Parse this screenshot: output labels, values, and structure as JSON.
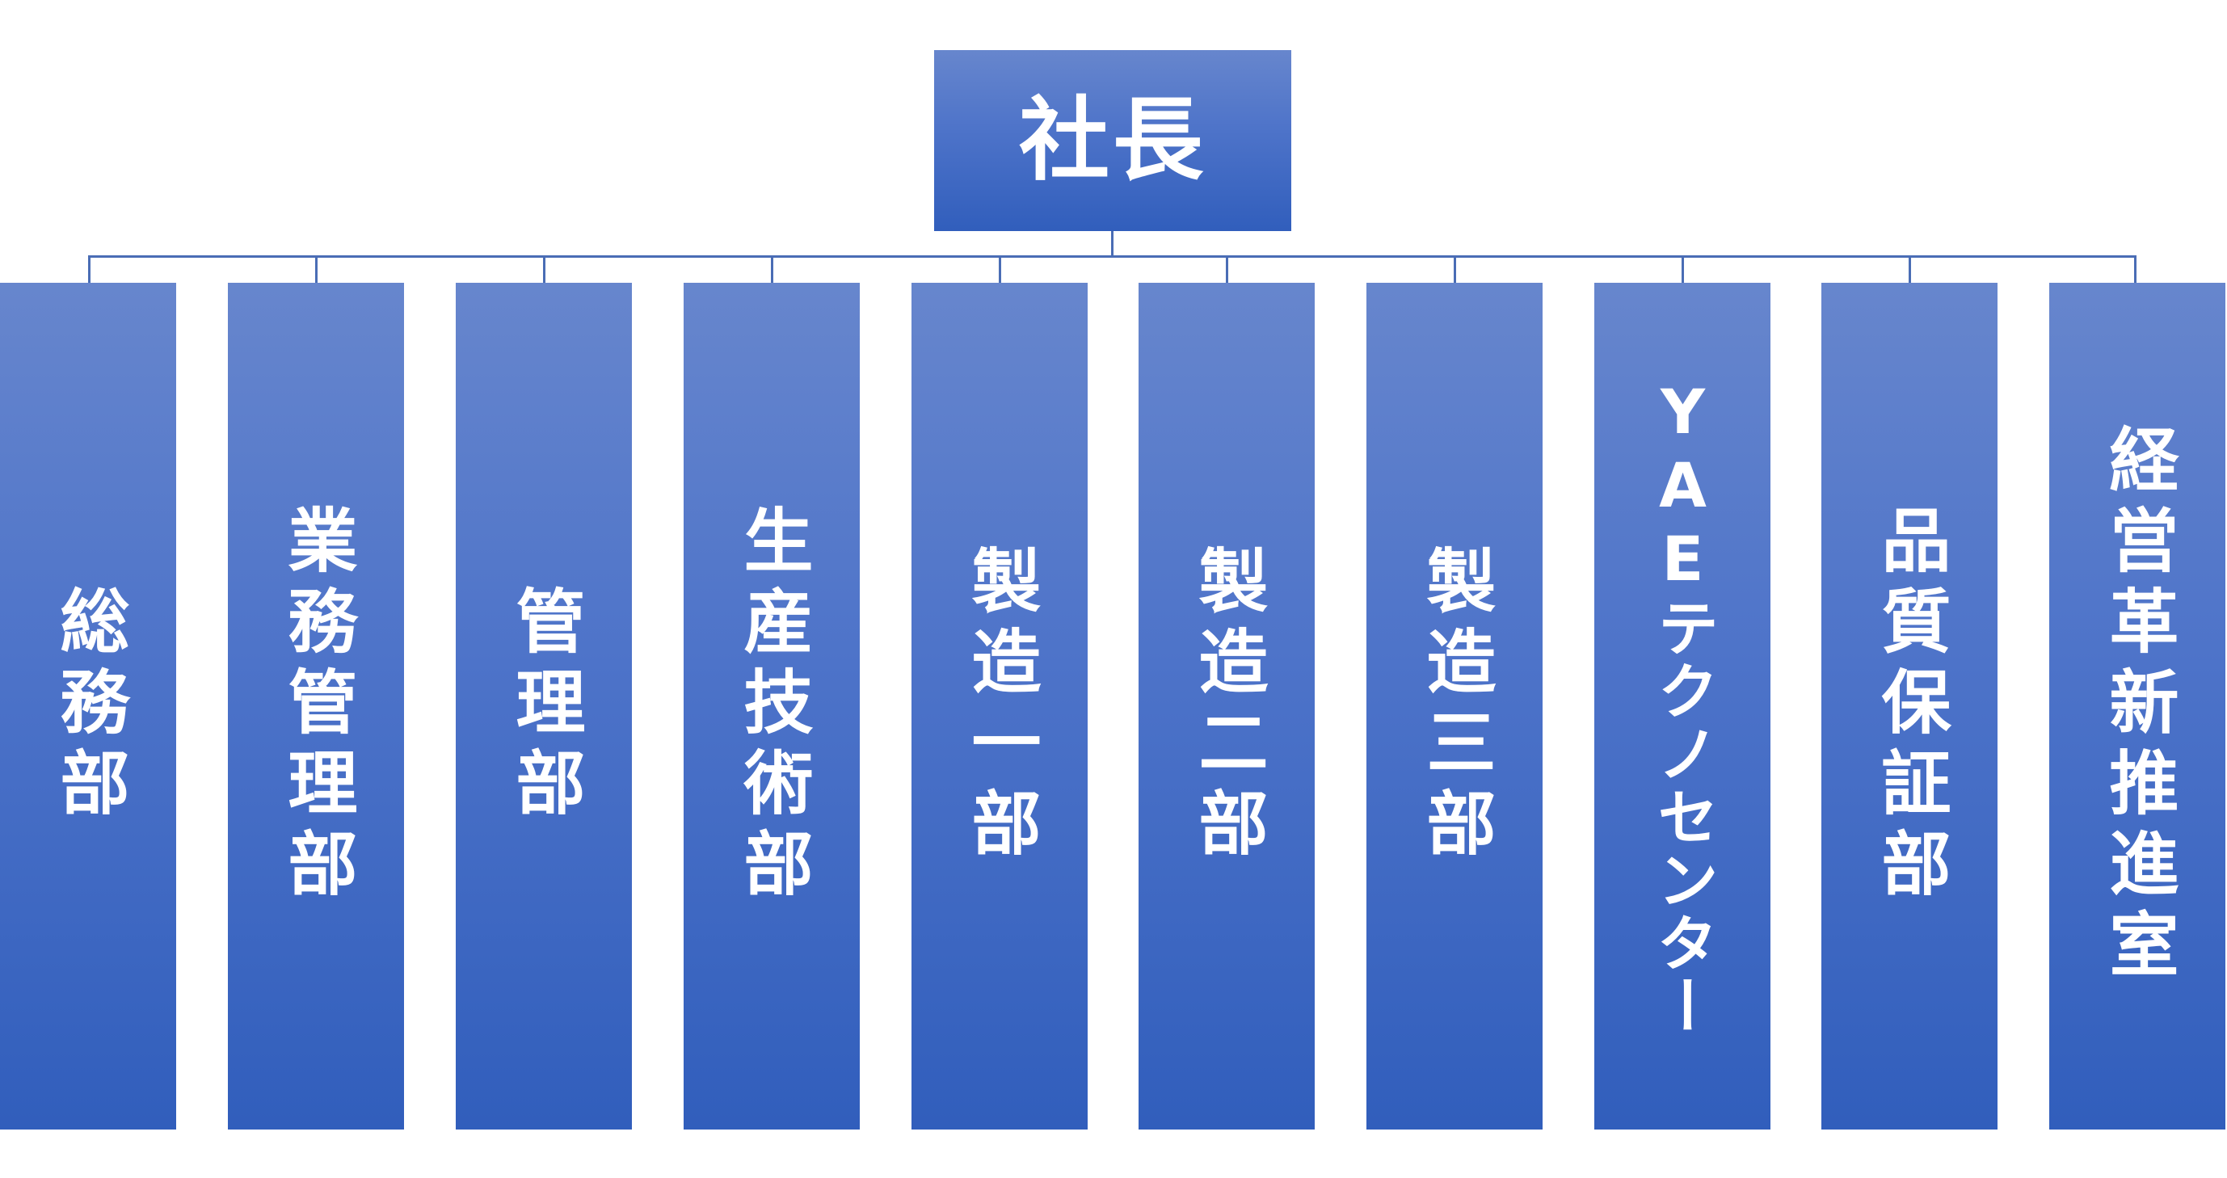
{
  "org_chart": {
    "root": {
      "label": "社長"
    },
    "departments": [
      {
        "label": "総務部"
      },
      {
        "label": "業務管理部"
      },
      {
        "label": "管理部"
      },
      {
        "label": "生産技術部"
      },
      {
        "label": "製造一部"
      },
      {
        "label": "製造二部"
      },
      {
        "label": "製造三部"
      },
      {
        "label": "YAEテクノセンター"
      },
      {
        "label": "品質保証部"
      },
      {
        "label": "経営革新推進室"
      }
    ]
  },
  "colors": {
    "box_top": "#6786cd",
    "box_bottom": "#315ebc",
    "connector": "#4a6db5",
    "text": "#ffffff",
    "background": "#ffffff"
  }
}
